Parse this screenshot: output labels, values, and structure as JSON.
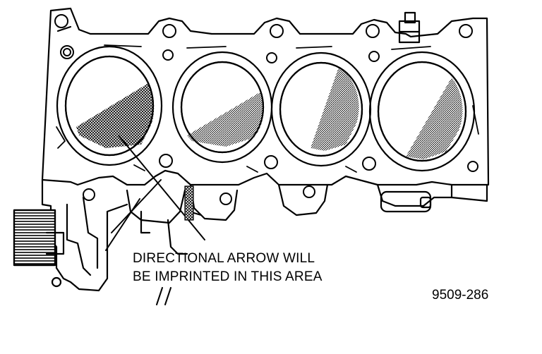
{
  "callout": {
    "line1": "DIRECTIONAL ARROW WILL",
    "line2": "BE IMPRINTED IN THIS AREA"
  },
  "figure_id": "9509-286",
  "colors": {
    "ink": "#000000",
    "paper": "#ffffff"
  }
}
